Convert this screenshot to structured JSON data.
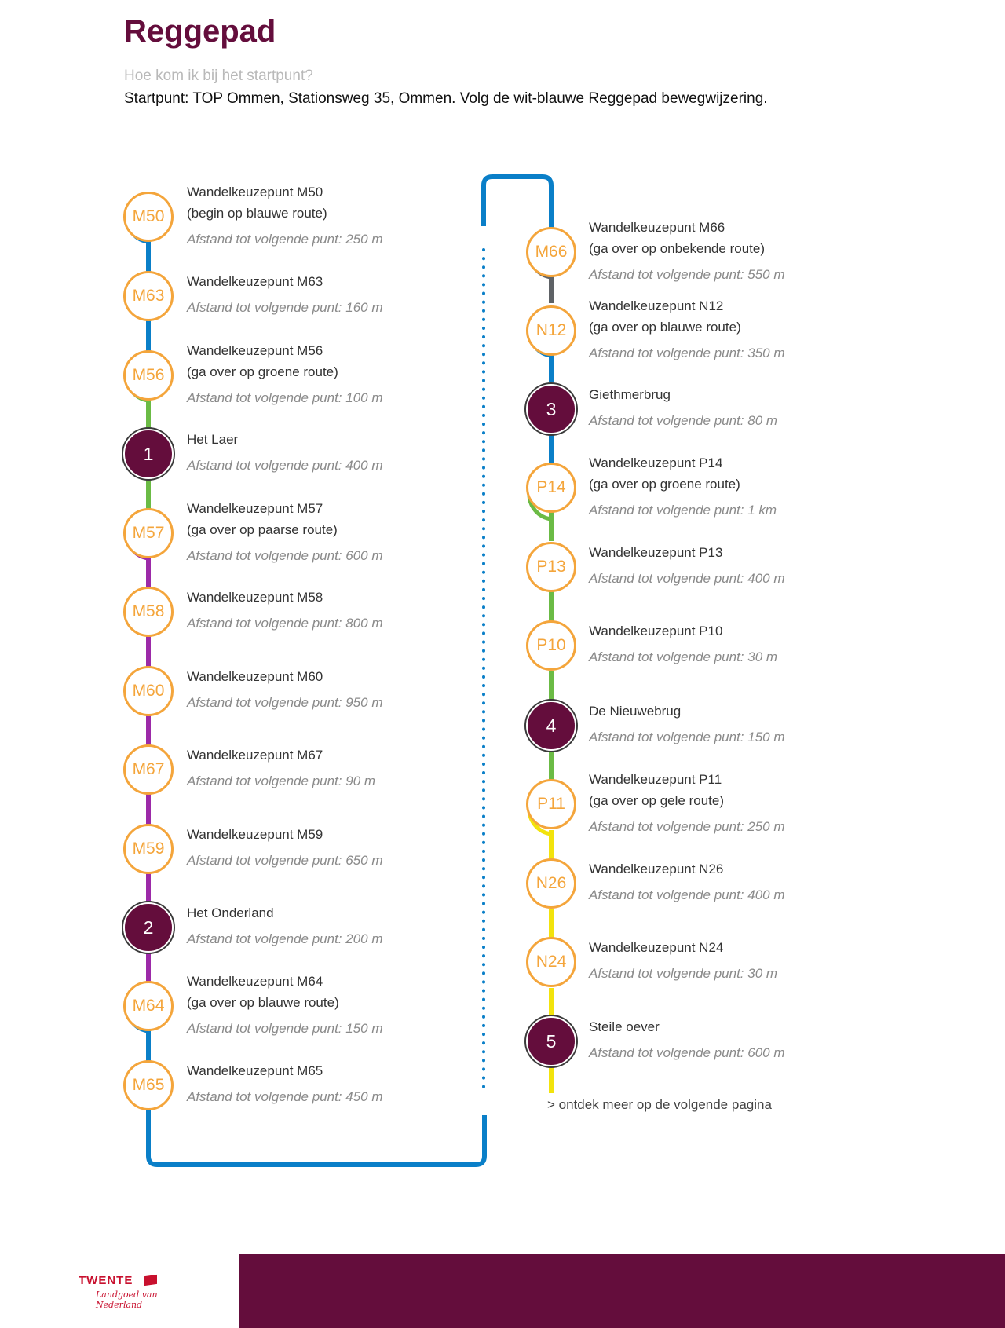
{
  "header": {
    "title": "Reggepad",
    "question": "Hoe kom ik bij het startpunt?",
    "start": "Startpunt: TOP Ommen, Stationsweg 35, Ommen. Volg de wit-blauwe Reggepad bewegwijzering."
  },
  "colors": {
    "brand": "#640d3c",
    "node": "#f4a53b",
    "blue": "#0a7fc8",
    "green": "#6bbb45",
    "purple": "#9c2aa8",
    "grey": "#5e6266",
    "yellow": "#f2e30d"
  },
  "left": [
    {
      "label": "M50",
      "type": "wk",
      "title": "Wandelkeuzepunt M50",
      "sub": "(begin op blauwe route)",
      "dist": "Afstand tot volgende punt: 250 m"
    },
    {
      "label": "M63",
      "type": "wk",
      "title": "Wandelkeuzepunt M63",
      "dist": "Afstand tot volgende punt: 160 m"
    },
    {
      "label": "M56",
      "type": "wk",
      "title": "Wandelkeuzepunt M56",
      "sub": "(ga over op groene route)",
      "dist": "Afstand tot volgende punt: 100 m"
    },
    {
      "label": "1",
      "type": "poi",
      "title": "Het Laer",
      "dist": "Afstand tot volgende punt: 400 m"
    },
    {
      "label": "M57",
      "type": "wk",
      "title": "Wandelkeuzepunt M57",
      "sub": "(ga over op paarse route)",
      "dist": "Afstand tot volgende punt: 600 m"
    },
    {
      "label": "M58",
      "type": "wk",
      "title": "Wandelkeuzepunt M58",
      "dist": "Afstand tot volgende punt: 800 m"
    },
    {
      "label": "M60",
      "type": "wk",
      "title": "Wandelkeuzepunt M60",
      "dist": "Afstand tot volgende punt: 950 m"
    },
    {
      "label": "M67",
      "type": "wk",
      "title": "Wandelkeuzepunt M67",
      "dist": "Afstand tot volgende punt: 90 m"
    },
    {
      "label": "M59",
      "type": "wk",
      "title": "Wandelkeuzepunt M59",
      "dist": "Afstand tot volgende punt: 650 m"
    },
    {
      "label": "2",
      "type": "poi",
      "title": "Het Onderland",
      "dist": "Afstand tot volgende punt: 200 m"
    },
    {
      "label": "M64",
      "type": "wk",
      "title": "Wandelkeuzepunt M64",
      "sub": "(ga over op blauwe route)",
      "dist": "Afstand tot volgende punt: 150 m"
    },
    {
      "label": "M65",
      "type": "wk",
      "title": "Wandelkeuzepunt M65",
      "dist": "Afstand tot volgende punt: 450 m"
    }
  ],
  "right": [
    {
      "label": "M66",
      "type": "wk",
      "title": "Wandelkeuzepunt M66",
      "sub": "(ga over op onbekende route)",
      "dist": "Afstand tot volgende punt: 550 m"
    },
    {
      "label": "N12",
      "type": "wk",
      "title": "Wandelkeuzepunt N12",
      "sub": "(ga over op blauwe route)",
      "dist": "Afstand tot volgende punt: 350 m"
    },
    {
      "label": "3",
      "type": "poi",
      "title": "Giethmerbrug",
      "dist": "Afstand tot volgende punt: 80 m"
    },
    {
      "label": "P14",
      "type": "wk",
      "title": "Wandelkeuzepunt P14",
      "sub": "(ga over op groene route)",
      "dist": "Afstand tot volgende punt: 1 km"
    },
    {
      "label": "P13",
      "type": "wk",
      "title": "Wandelkeuzepunt P13",
      "dist": "Afstand tot volgende punt: 400 m"
    },
    {
      "label": "P10",
      "type": "wk",
      "title": "Wandelkeuzepunt P10",
      "dist": "Afstand tot volgende punt: 30 m"
    },
    {
      "label": "4",
      "type": "poi",
      "title": "De Nieuwebrug",
      "dist": "Afstand tot volgende punt: 150 m"
    },
    {
      "label": "P11",
      "type": "wk",
      "title": "Wandelkeuzepunt P11",
      "sub": "(ga over op gele route)",
      "dist": "Afstand tot volgende punt: 250 m"
    },
    {
      "label": "N26",
      "type": "wk",
      "title": "Wandelkeuzepunt N26",
      "dist": "Afstand tot volgende punt: 400 m"
    },
    {
      "label": "N24",
      "type": "wk",
      "title": "Wandelkeuzepunt N24",
      "dist": "Afstand tot volgende punt: 30 m"
    },
    {
      "label": "5",
      "type": "poi",
      "title": "Steile oever",
      "dist": "Afstand tot volgende punt: 600 m"
    }
  ],
  "footer": {
    "more": "> ontdek meer op de volgende pagina",
    "logo_line1": "TWENTE",
    "logo_line2": "Landgoed van Nederland"
  }
}
